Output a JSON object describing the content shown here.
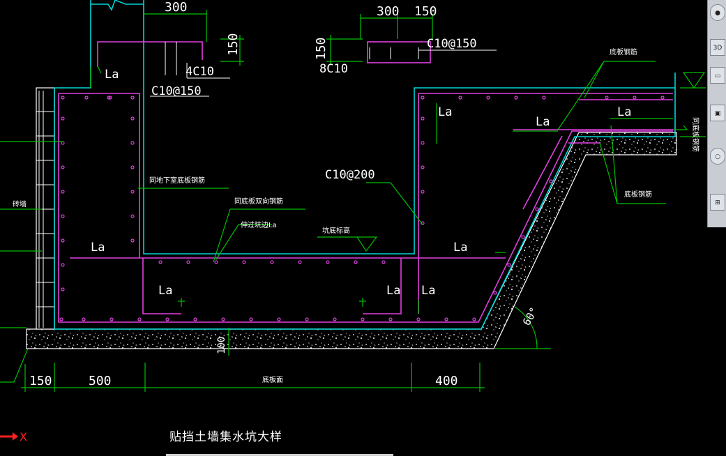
{
  "drawing": {
    "dimensions": {
      "top_left_width": "300",
      "top_left_height": "150",
      "top_right_width": "300",
      "top_right_extra": "150",
      "top_right_height": "150",
      "bottom_150": "150",
      "bottom_500": "500",
      "bottom_400": "400",
      "bottom_100": "100",
      "angle": "60°"
    },
    "rebar_labels": {
      "left_bars": "4C10",
      "left_stirrup": "C10@150",
      "right_bars": "8C10",
      "right_stirrup": "C10@150",
      "slab_bars": "C10@200"
    },
    "anchor_labels": {
      "la": "La"
    },
    "notes": {
      "note_basement_wall": "同地下室底板钢筋",
      "note_bidirectional": "同底板双向钢筋",
      "note_anchor_length": "伸过坑边La",
      "note_pit_bottom": "坑底标高",
      "note_top_rebar": "底板钢筋",
      "note_bottom_rebar": "底板钢筋",
      "note_floor": "底板面",
      "note_wall": "砖墙",
      "note_side": "同底板钢筋"
    },
    "title": "贴挡土墙集水坑大样",
    "axis_label": "X"
  },
  "colors": {
    "rebar": "#e040e0",
    "outline": "#00d5d5",
    "dimension": "#00c000",
    "text": "#ffffff"
  }
}
